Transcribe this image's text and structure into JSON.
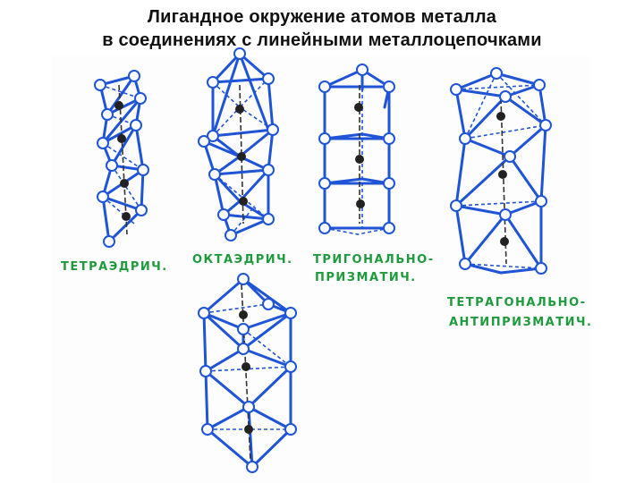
{
  "title": {
    "line1": "Лигандное окружение атомов металла",
    "line2": "в соединениях с линейными металлоцепочками"
  },
  "structures": {
    "tetrahedral": {
      "label": "ТЕТРАЭДРИЧ."
    },
    "octahedral": {
      "label": "ОКТАЭДРИЧ."
    },
    "trigonal_prismatic": {
      "label_line1": "ТРИГОНАЛЬНО-",
      "label_line2": "ПРИЗМАТИЧ."
    },
    "tetragonal_antiprismatic": {
      "label_line1": "ТЕТРАГОНАЛЬНО-",
      "label_line2": "АНТИПРИЗМАТИЧ."
    }
  },
  "colors": {
    "lines": "#1f54d6",
    "labels": "#1f9a3c",
    "metal": "#222222"
  }
}
